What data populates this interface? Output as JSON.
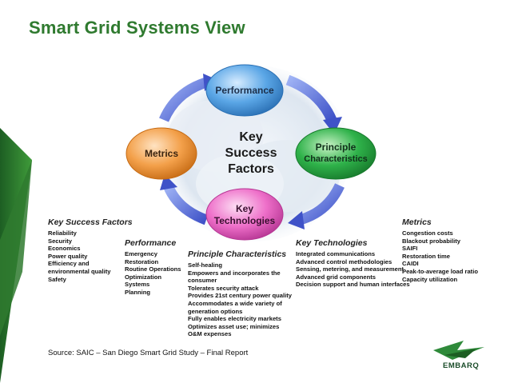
{
  "slide": {
    "title": "Smart Grid Systems View",
    "source": "Source:  SAIC – San Diego Smart Grid Study – Final Report"
  },
  "diagram": {
    "center": [
      "Key",
      "Success",
      "Factors"
    ],
    "nodes": {
      "performance": "Performance",
      "principle": [
        "Principle",
        "Characteristics"
      ],
      "technologies": [
        "Key",
        "Technologies"
      ],
      "metrics": "Metrics"
    }
  },
  "columns": {
    "ksf": {
      "heading": "Key Success Factors",
      "items": [
        "Reliability",
        "Security",
        "Economics",
        "Power quality",
        "Efficiency and",
        "environmental quality",
        "Safety"
      ]
    },
    "performance": {
      "heading": "Performance",
      "items": [
        "Emergency",
        "Restoration",
        "Routine Operations",
        "Optimization",
        "Systems",
        "Planning"
      ]
    },
    "principle": {
      "heading": "Principle Characteristics",
      "items": [
        "Self-healing",
        "Empowers and incorporates the",
        "consumer",
        "Tolerates security attack",
        "Provides 21st century power quality",
        "Accommodates a wide variety of",
        "generation options",
        "Fully enables electricity markets",
        "Optimizes asset use; minimizes",
        "O&M expenses"
      ]
    },
    "technologies": {
      "heading": "Key Technologies",
      "items": [
        "Integrated communications",
        "Advanced control methodologies",
        "Sensing, metering, and measurement",
        "Advanced grid components",
        "Decision support and human interfaces"
      ]
    },
    "metrics": {
      "heading": "Metrics",
      "items": [
        "Congestion costs",
        "Blackout probability",
        "SAIFI",
        "Restoration time",
        "CAIDI",
        "Peak-to-average load ratio",
        "Capacity utilization"
      ]
    }
  },
  "logo": {
    "text": "EMBARQ"
  },
  "colors": {
    "title": "#2f7a2f",
    "performance": "#5aa6e6",
    "principle": "#2fb24a",
    "technologies": "#ee6fc9",
    "metrics": "#f3a04a",
    "arrow": "#4a5fd0",
    "accent_green": "#2f7a2f"
  }
}
